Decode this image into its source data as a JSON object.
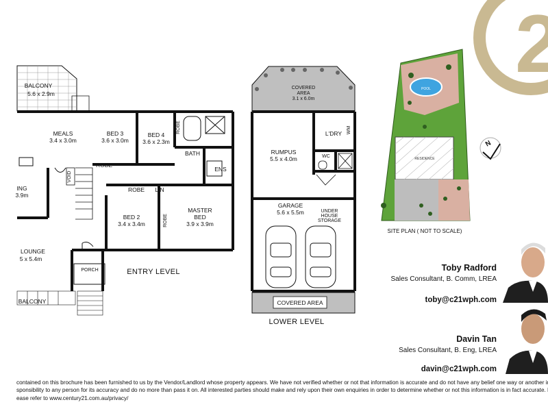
{
  "entry_level": {
    "caption": "ENTRY LEVEL",
    "rooms": {
      "balcony_top": {
        "name": "BALCONY",
        "dim": "5.6 x 2.9m"
      },
      "meals": {
        "name": "MEALS",
        "dim": "3.4 x 3.0m"
      },
      "bed3": {
        "name": "BED 3",
        "dim": "3.6 x 3.0m"
      },
      "bed4": {
        "name": "BED 4",
        "dim": "3.6 x 2.3m"
      },
      "robe_bed4": "ROBE",
      "robe_bed3": "ROBE",
      "bath": "BATH",
      "ens": "ENS",
      "dining": {
        "name": "ING",
        "dim": "3.9m"
      },
      "void": "VOID",
      "robe_bed2": "ROBE",
      "lin": "LIN",
      "robe_master": "ROBE",
      "bed2": {
        "name": "BED 2",
        "dim": "3.4 x 3.4m"
      },
      "master": {
        "name": "MASTER",
        "name2": "BED",
        "dim": "3.9 x 3.9m"
      },
      "lounge": {
        "name": "LOUNGE",
        "dim": "5 x 5.4m"
      },
      "porch": "PORCH",
      "balcony_bottom": "BALCONY"
    }
  },
  "lower_level": {
    "caption": "LOWER LEVEL",
    "rooms": {
      "covered_top": {
        "line1": "COVERED",
        "line2": "AREA",
        "dim": "3.1 x 6.0m"
      },
      "rumpus": {
        "name": "RUMPUS",
        "dim": "5.5 x 4.0m"
      },
      "ldry": "L'DRY",
      "wm": "WM",
      "wc": "WC",
      "garage": {
        "name": "GARAGE",
        "dim": "5.6 x 5.5m"
      },
      "storage": {
        "line1": "UNDER",
        "line2": "HOUSE",
        "line3": "STORAGE"
      },
      "covered_bottom": "COVERED AREA"
    }
  },
  "site_plan": {
    "caption": "SITE PLAN ( NOT TO SCALE)",
    "residence_label": "RESIDENCE",
    "pool_label": "POOL",
    "north_label": "N"
  },
  "agents": [
    {
      "name": "Toby Radford",
      "title": "Sales Consultant, B. Comm, LREA",
      "email": "toby@c21wph.com"
    },
    {
      "name": "Davin Tan",
      "title": "Sales Consultant, B. Eng, LREA",
      "email": "davin@c21wph.com"
    }
  ],
  "logo": {
    "glyph": "2"
  },
  "disclaimer": [
    "contained on this brochure has been furnished to us by the Vendor/Landlord whose property appears. We have not verified whether or not that information is accurate and do not have any belief one way or another in its ac",
    "sponsibility to any person for its accuracy and do no more than pass it on. All interested parties should make and rely upon their own enquiries in order to determine whether or not this information is in fact accurate. For in",
    "ease refer to www.century21.com.au/privacy/"
  ],
  "colors": {
    "gold": "#c9b992",
    "wall": "#111111",
    "grass": "#5ea33a",
    "paving": "#d9b0a2",
    "covered": "#bfbfbf",
    "pool": "#3fa4e0"
  }
}
